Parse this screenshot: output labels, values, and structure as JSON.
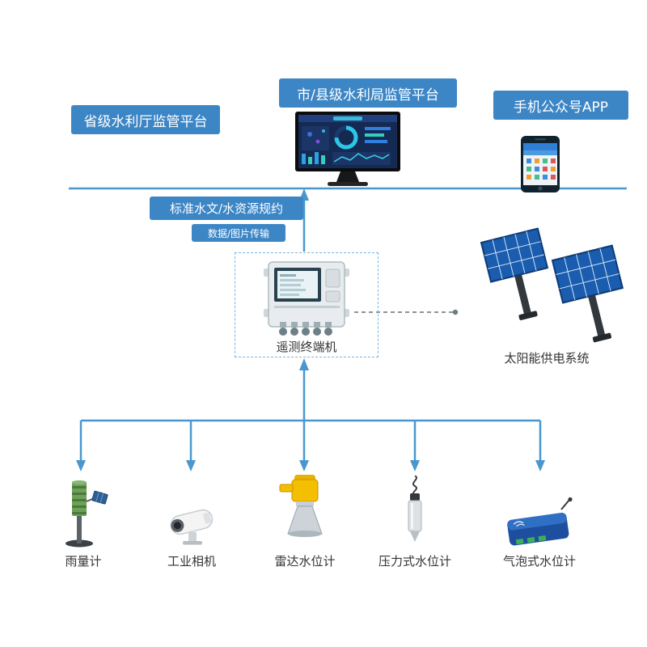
{
  "diagram": {
    "platforms": {
      "provincial": "省级水利厅监管平台",
      "city_county": "市/县级水利局监管平台",
      "mobile_app": "手机公众号APP"
    },
    "links": {
      "protocol": "标准水文/水资源规约",
      "transmission": "数据/图片传输"
    },
    "terminal": {
      "label": "遥测终端机"
    },
    "solar": {
      "label": "太阳能供电系统"
    },
    "sensors": [
      {
        "id": "rain-gauge",
        "label": "雨量计"
      },
      {
        "id": "industrial-camera",
        "label": "工业相机"
      },
      {
        "id": "radar-level-gauge",
        "label": "雷达水位计"
      },
      {
        "id": "pressure-level-gauge",
        "label": "压力式水位计"
      },
      {
        "id": "bubble-level-gauge",
        "label": "气泡式水位计"
      }
    ],
    "colors": {
      "box_blue": "#3d86c6",
      "line_blue": "#4a97cf",
      "label_text": "#333333"
    }
  }
}
